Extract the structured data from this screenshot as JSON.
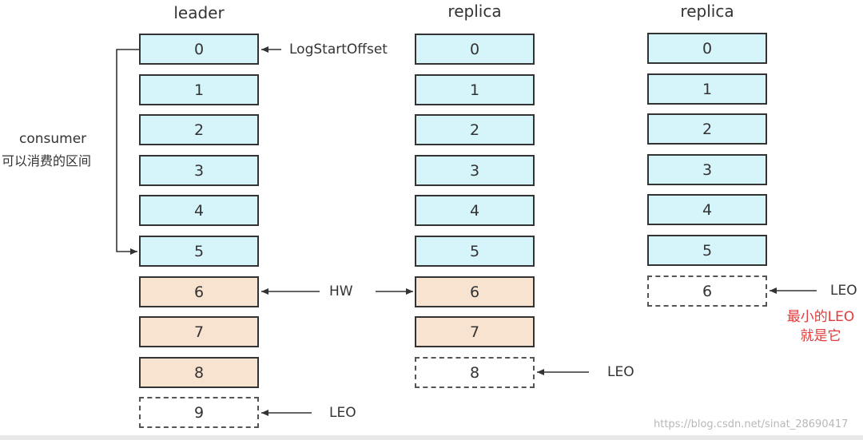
{
  "columns": {
    "leader": {
      "title": "leader",
      "cells": [
        "0",
        "1",
        "2",
        "3",
        "4",
        "5",
        "6",
        "7",
        "8",
        "9"
      ],
      "states": [
        "committed",
        "committed",
        "committed",
        "committed",
        "committed",
        "committed",
        "uncommitted",
        "uncommitted",
        "uncommitted",
        "empty"
      ]
    },
    "replica1": {
      "title": "replica",
      "cells": [
        "0",
        "1",
        "2",
        "3",
        "4",
        "5",
        "6",
        "7",
        "8"
      ],
      "states": [
        "committed",
        "committed",
        "committed",
        "committed",
        "committed",
        "committed",
        "uncommitted",
        "uncommitted",
        "empty"
      ]
    },
    "replica2": {
      "title": "replica",
      "cells": [
        "0",
        "1",
        "2",
        "3",
        "4",
        "5",
        "6"
      ],
      "states": [
        "committed",
        "committed",
        "committed",
        "committed",
        "committed",
        "committed",
        "empty"
      ]
    }
  },
  "labels": {
    "log_start_offset": "LogStartOffset",
    "consumer_line1": "consumer",
    "consumer_line2": "可以消费的区间",
    "hw": "HW",
    "leo_leader": "LEO",
    "leo_replica1": "LEO",
    "leo_replica2": "LEO",
    "min_leo_line1": "最小的LEO",
    "min_leo_line2": "就是它"
  },
  "watermark": "https://blog.csdn.net/sinat_28690417",
  "colors": {
    "committed": "#d5f5fa",
    "uncommitted": "#f8e3d0",
    "empty": "#ffffff",
    "annotation_red": "#e23a3a"
  }
}
